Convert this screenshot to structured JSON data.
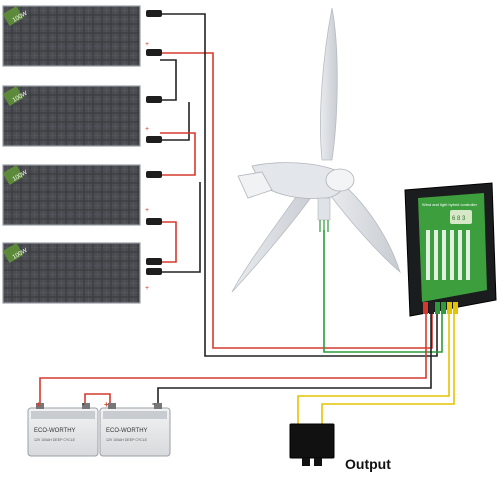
{
  "panels": [
    {
      "label": "100W"
    },
    {
      "label": "100W"
    },
    {
      "label": "100W"
    },
    {
      "label": "100W"
    }
  ],
  "controller": {
    "title": "Wind and light hybrid controller",
    "led_text": "6 8 3"
  },
  "batteries": [
    {
      "brand": "ECO-WORTHY",
      "model": "12V 100AH DEEP CYCLE"
    },
    {
      "brand": "ECO-WORTHY",
      "model": "12V 100AH DEEP CYCLE"
    }
  ],
  "terminals": {
    "positive": "+",
    "negative": "-"
  },
  "output": {
    "label": "Output"
  },
  "colors": {
    "wire_red": "#d63a2f",
    "wire_black": "#222222",
    "wire_green": "#2e9a3a",
    "wire_yellow": "#e4c400",
    "panel_dark": "#2f3033",
    "controller_green": "#3c9e3c"
  }
}
